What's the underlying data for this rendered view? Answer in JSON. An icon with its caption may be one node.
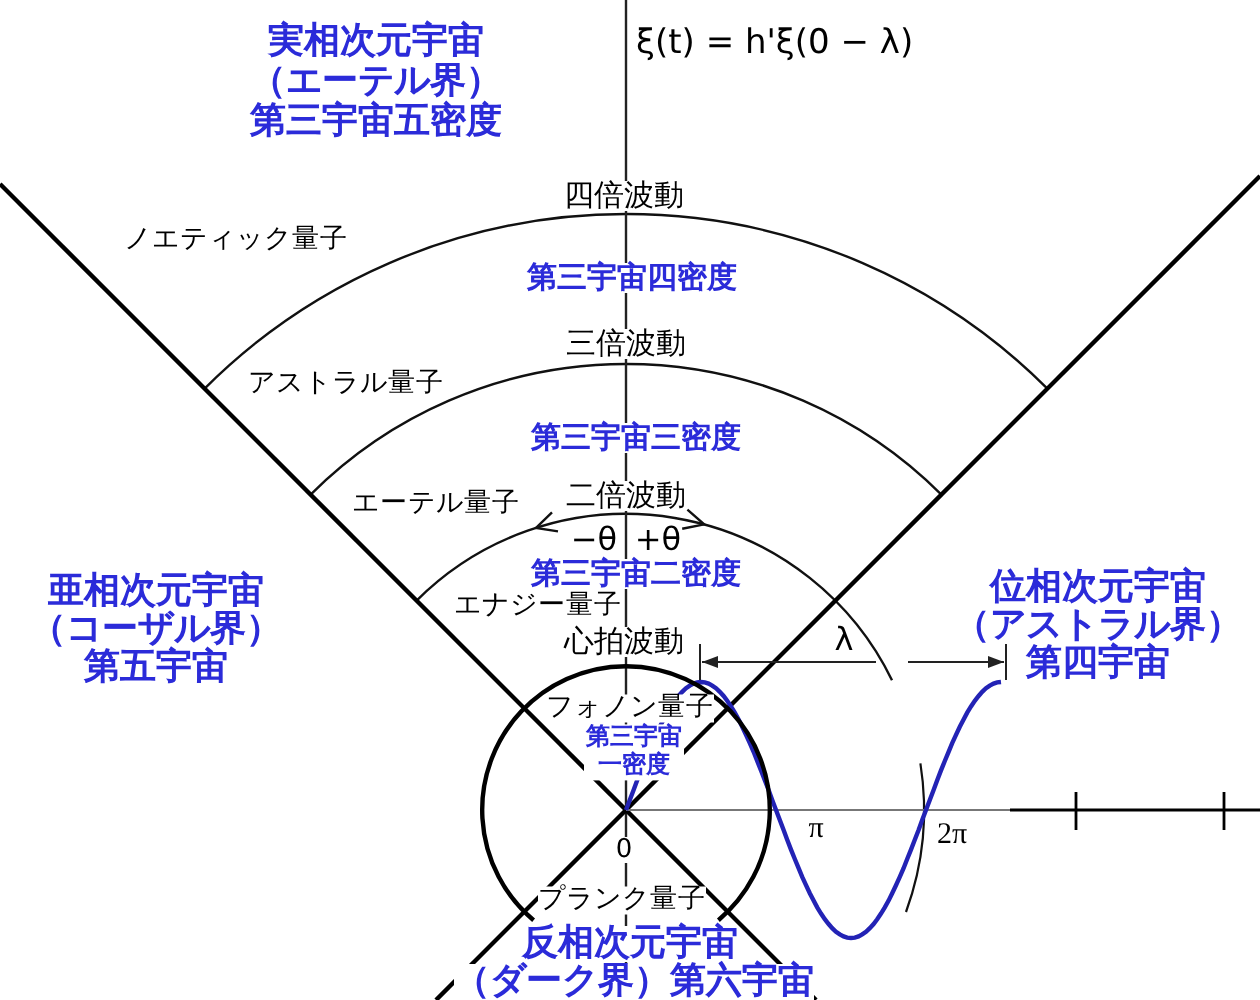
{
  "diagram": {
    "nodes": [
      {
        "text": [
          "フォノン量子",
          "第三宇宙一密度",
          "プランク量子"
        ]
      }
    ],
    "labels": [
      "実相次元宇宙",
      "（エーテル界）",
      "第三宇宙五密度",
      "ξ(t) = h'ξ(0 − λ)",
      "四倍波動",
      "ノエティック量子",
      "第三宇宙四密度",
      "三倍波動",
      "アストラル量子",
      "第三宇宙三密度",
      "二倍波動",
      "エーテル量子",
      "−θ",
      "+θ",
      "第三宇宙二密度",
      "亜相次元宇宙",
      "（コーザル界）",
      "第五宇宙",
      "位相次元宇宙",
      "（アストラル界）",
      "第四宇宙",
      "エナジー量子",
      "心拍波動",
      "λ",
      "0",
      "π",
      "2π",
      "反相次元宇宙",
      "（ダーク界）第六宇宙"
    ]
  }
}
